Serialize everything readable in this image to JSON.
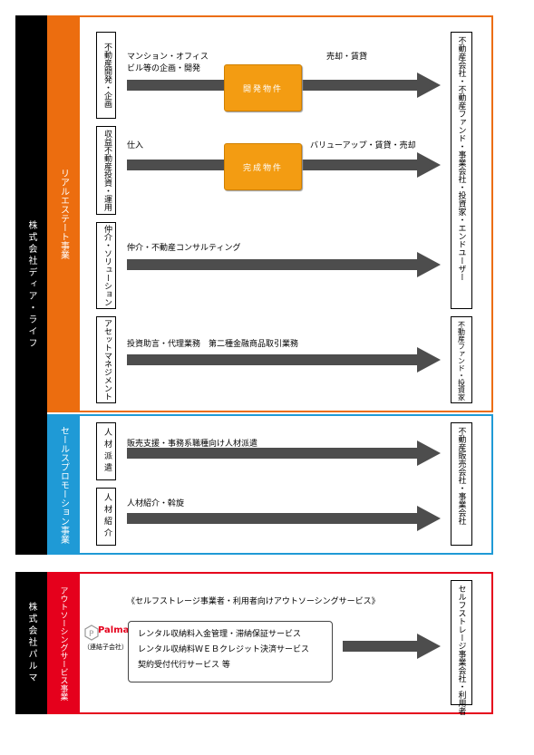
{
  "company1": "株式会社ディア・ライフ",
  "realestate_label": "リアルエステート事業",
  "sales_label": "セールスプロモーション事業",
  "company2": "株式会社パルマ",
  "outsourcing_label": "アウトソーシングサービス事業",
  "rows": [
    {
      "label": "不動産開発・企画",
      "text_left": "マンション・オフィス",
      "text_left2": "ビル等の企画・開発",
      "text_right": "売却・賃貸",
      "box": "開発物件"
    },
    {
      "label": "収益不動産投資・運用",
      "text_left": "仕入",
      "text_right": "バリューアップ・賃貸・売却",
      "box": "完成物件"
    },
    {
      "label": "仲介・ソリューション",
      "text_left": "仲介・不動産コンサルティング"
    },
    {
      "label": "アセットマネジメント",
      "text_left": "投資助言・代理業務　第二種金融商品取引業務"
    },
    {
      "label": "人材派遣",
      "text_left": "販売支援・事務系職種向け人材派遣"
    },
    {
      "label": "人材紹介",
      "text_left": "人材紹介・斡旋"
    }
  ],
  "targets": {
    "t1": "不動産会社・不動産ファンド・事業会社・投資家・エンドユーザー",
    "t2": "不動産ファンド・投資家",
    "t3": "不動産販売会社・事業会社",
    "t4": "セルフストレージ事業会社・利用者"
  },
  "outsourcing_header": "《セルフストレージ事業者・利用者向けアウトソーシングサービス》",
  "palma_logo": "Palma",
  "palma_sub": "（連結子会社）",
  "services": [
    "レンタル収納料入金管理・滞納保証サービス",
    "レンタル収納料ＷＥＢクレジット決済サービス",
    "契約受付代行サービス 等"
  ],
  "colors": {
    "orange": "#ec6d0f",
    "blue": "#1f9ad6",
    "red": "#e5001c",
    "arrow": "#4d4d4d",
    "box": "#f39c12"
  }
}
